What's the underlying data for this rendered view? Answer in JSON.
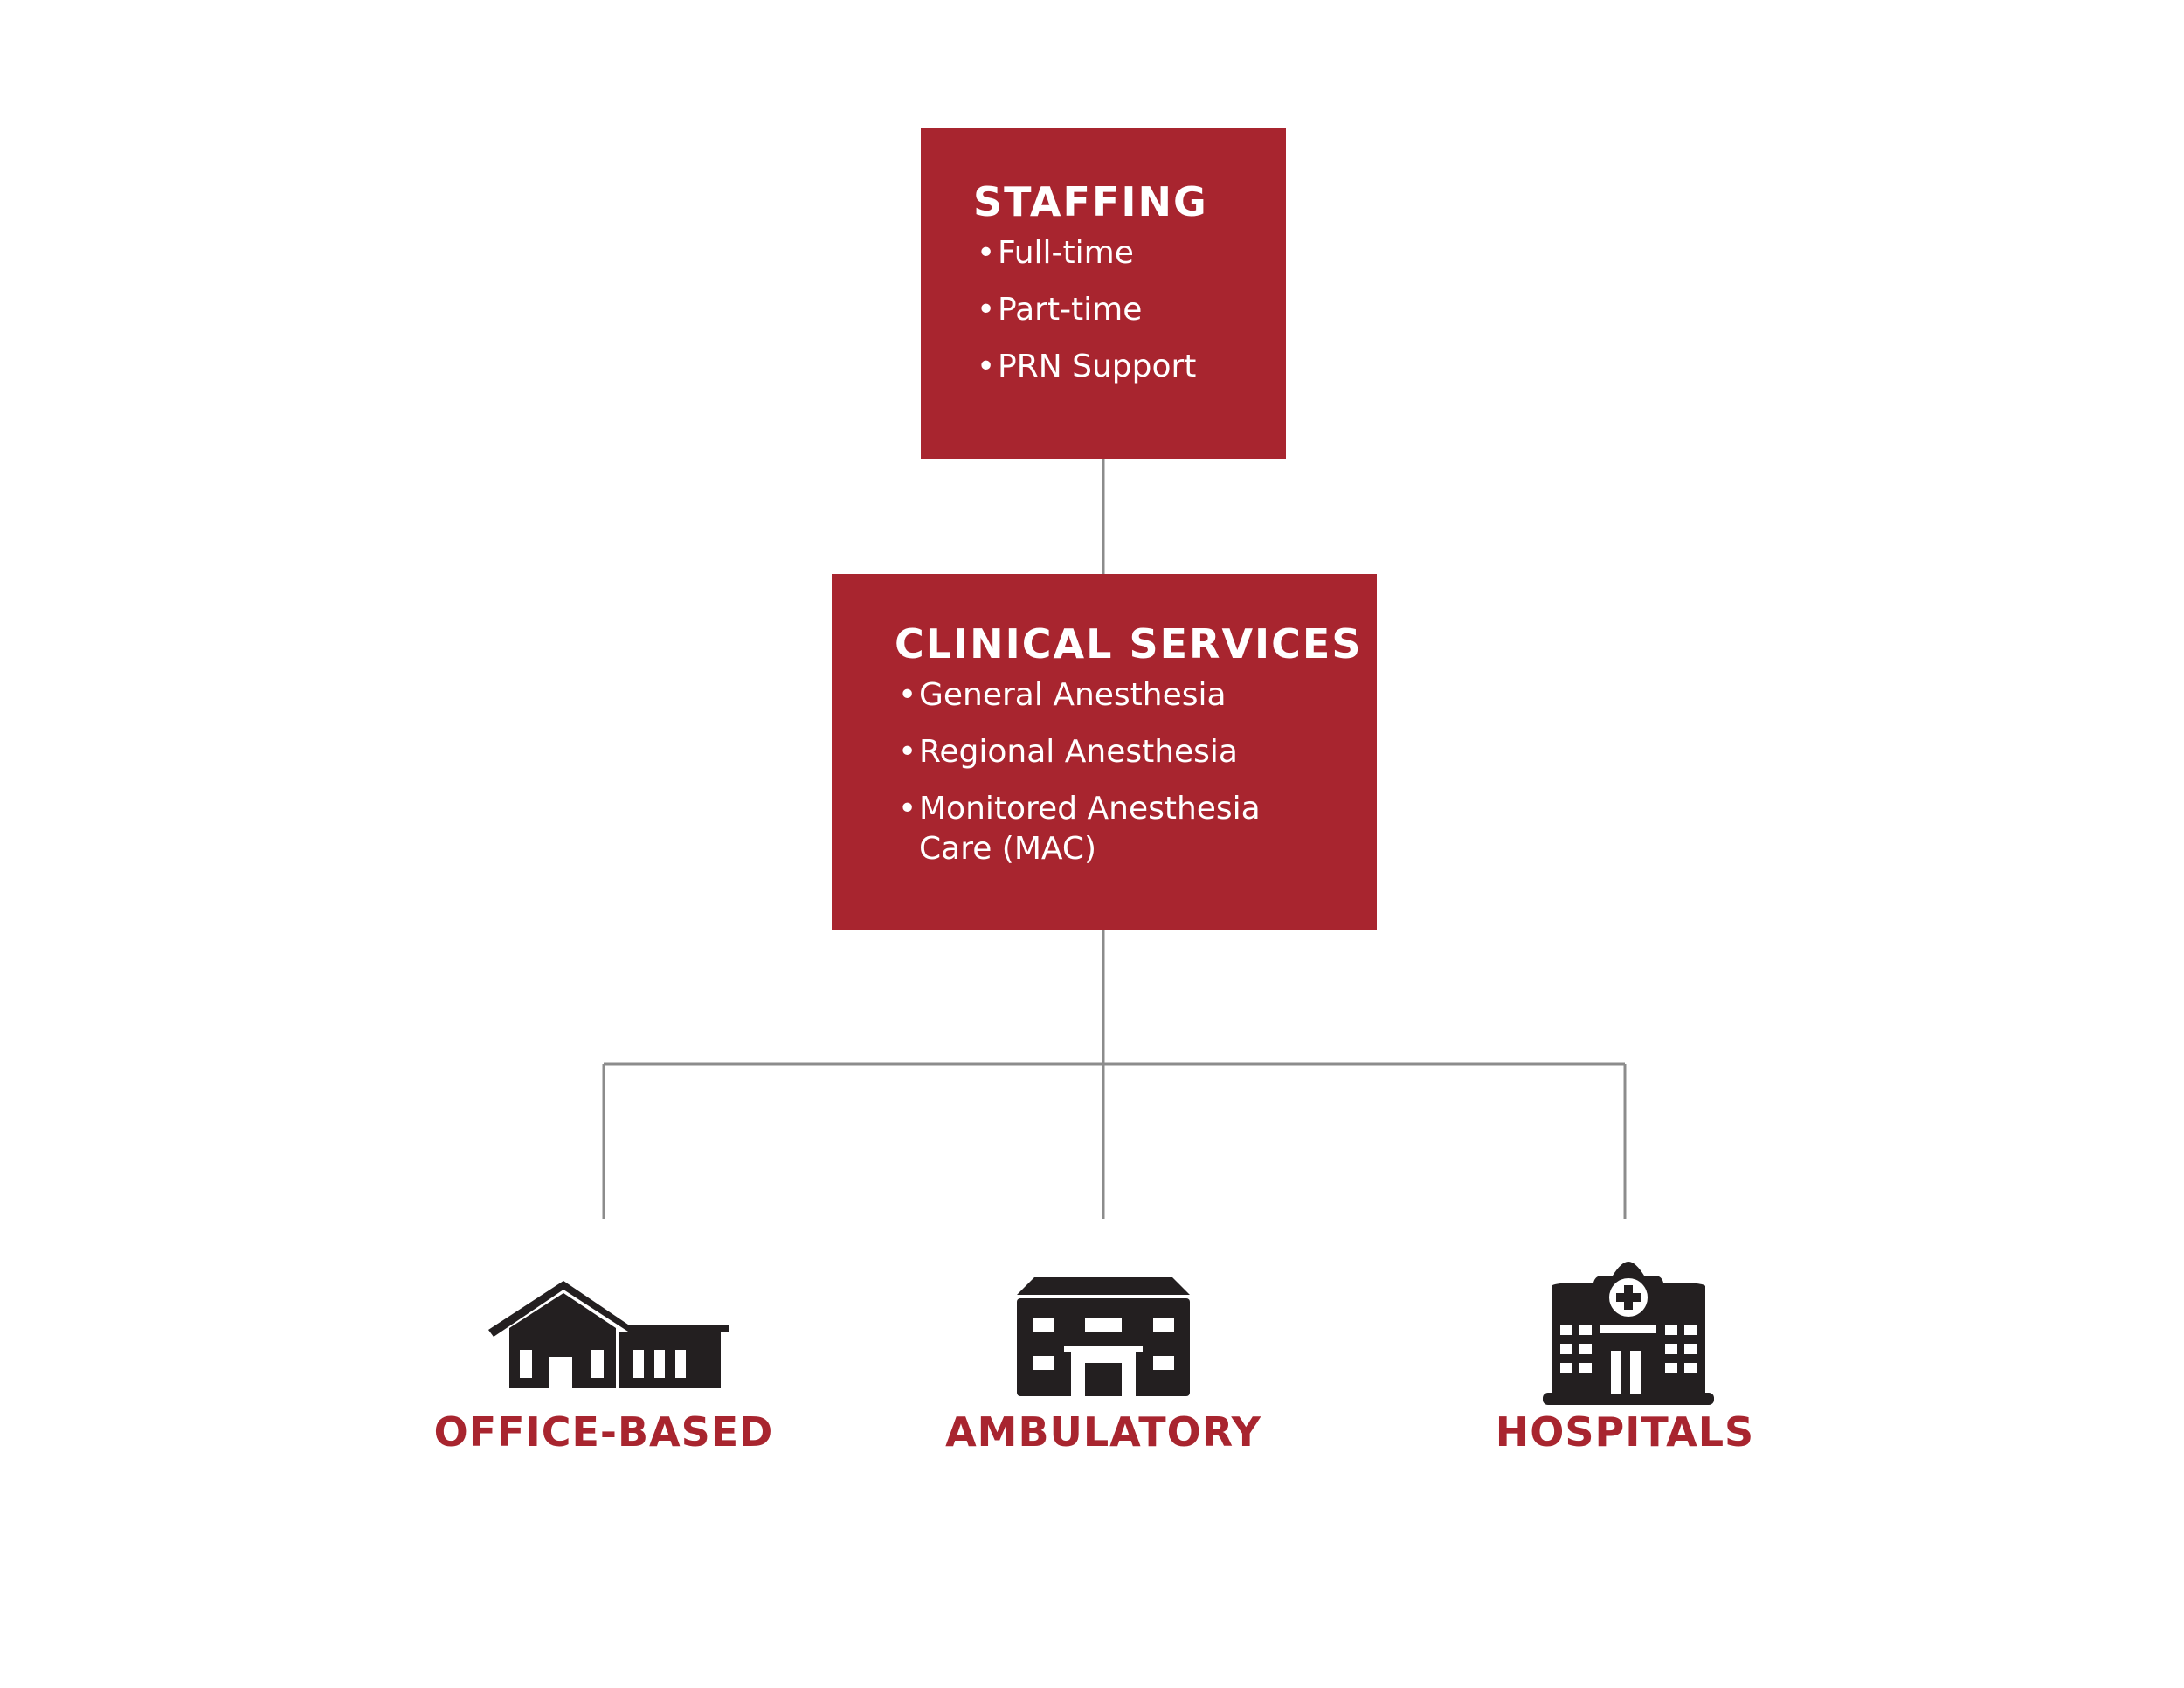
{
  "staffing": {
    "title": "STAFFING",
    "items": [
      "Full-time",
      "Part-time",
      "PRN Support"
    ]
  },
  "clinical_services": {
    "title": "CLINICAL SERVICES",
    "items": [
      "General Anesthesia",
      "Regional Anesthesia",
      "Monitored Anesthesia\nCare (MAC)"
    ]
  },
  "categories": [
    {
      "label": "OFFICE-BASED",
      "icon": "house-icon"
    },
    {
      "label": "AMBULATORY",
      "icon": "building-icon"
    },
    {
      "label": "HOSPITALS",
      "icon": "hospital-icon"
    }
  ],
  "colors": {
    "accent": "#a8252f",
    "icon": "#231f20",
    "connector": "#8c8c8c",
    "box_text": "#ffffff"
  }
}
